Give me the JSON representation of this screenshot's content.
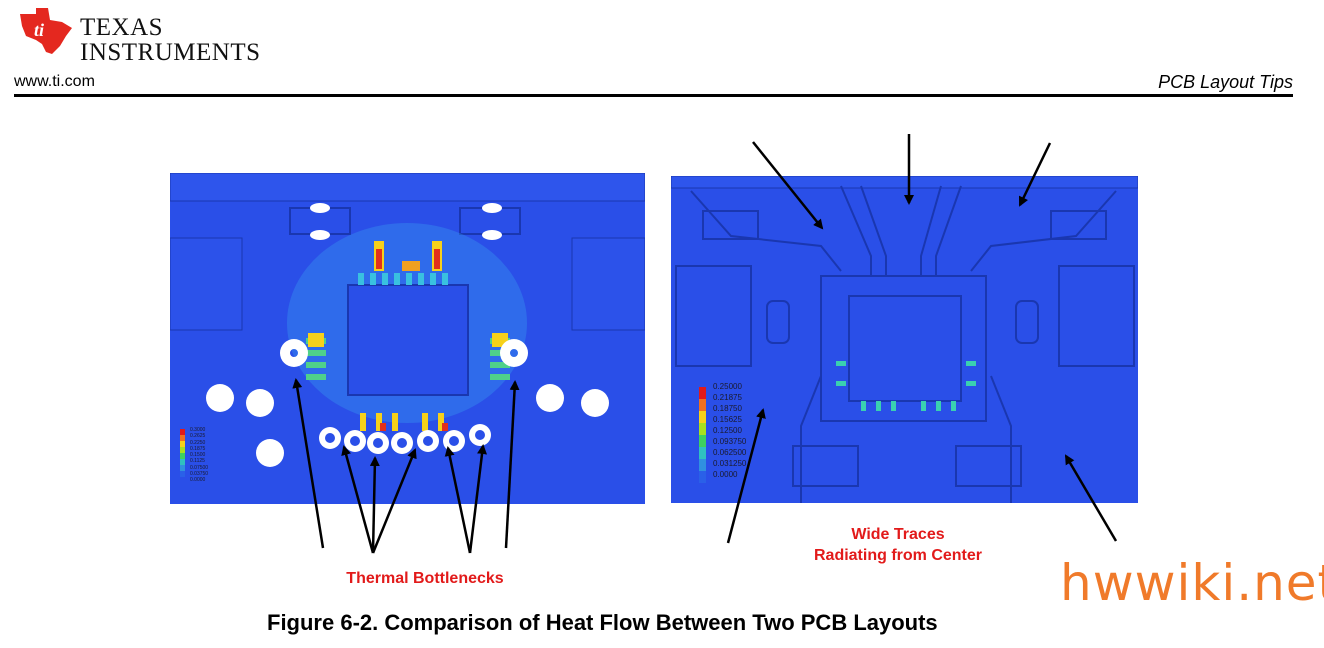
{
  "header": {
    "brand_line1": "Texas",
    "brand_line2": "Instruments",
    "url": "www.ti.com",
    "section_title": "PCB Layout Tips"
  },
  "figure": {
    "left_label": "Thermal Bottlenecks",
    "right_label_line1": "Wide Traces",
    "right_label_line2": "Radiating from Center",
    "caption": "Figure 6-2. Comparison of Heat Flow Between Two PCB Layouts",
    "legend_right": [
      "0.25000",
      "0.21875",
      "0.18750",
      "0.15625",
      "0.12500",
      "0.093750",
      "0.062500",
      "0.031250",
      "0.0000"
    ],
    "legend_left": [
      "0.3000",
      "0.2625",
      "0.2250",
      "0.1875",
      "0.1500",
      "0.1125",
      "0.07500",
      "0.03750",
      "0.0000"
    ]
  },
  "watermark": "hwwiki.net",
  "colors": {
    "board": "#2a4fe8",
    "accent_red": "#e21a1a",
    "logo_red": "#e4281f",
    "watermark": "#f07a2a"
  }
}
